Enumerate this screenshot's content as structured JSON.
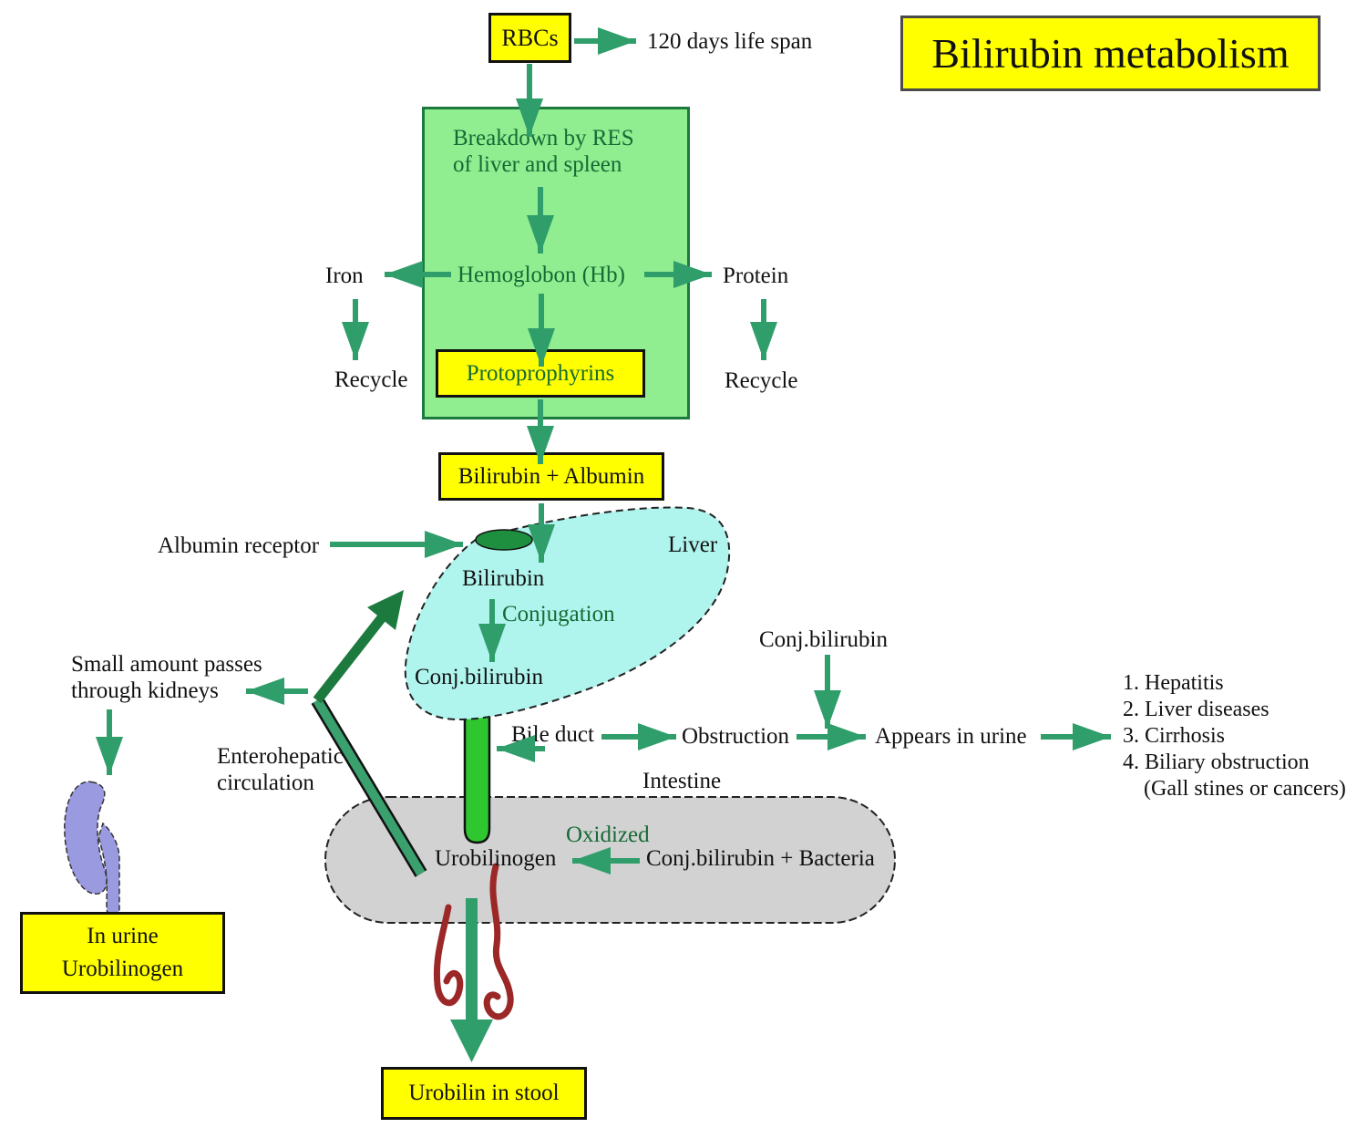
{
  "title": "Bilirubin metabolism",
  "nodes": {
    "rbcs": "RBCs",
    "life_span": "120 days life span",
    "breakdown": "Breakdown by RES\nof liver and spleen",
    "hemoglobin": "Hemoglobon (Hb)",
    "iron": "Iron",
    "protein": "Protein",
    "recycle_left": "Recycle",
    "recycle_right": "Recycle",
    "protoporphyrins": "Protoprophyrins",
    "bilirubin_albumin": "Bilirubin + Albumin",
    "albumin_receptor": "Albumin receptor",
    "liver": "Liver",
    "bilirubin": "Bilirubin",
    "conjugation": "Conjugation",
    "conj_bilirubin_liver": "Conj.bilirubin",
    "bile_duct": "Bile duct",
    "obstruction": "Obstruction",
    "conj_bilirubin_top": "Conj.bilirubin",
    "appears_in_urine": "Appears in urine",
    "intestine": "Intestine",
    "oxidized": "Oxidized",
    "urobilinogen": "Urobilinogen",
    "conj_bilirubin_bacteria": "Conj.bilirubin + Bacteria",
    "enterohepatic": "Enterohepatic\ncirculation",
    "small_amount": "Small amount passes\nthrough kidneys",
    "in_urine_line1": "In urine",
    "in_urine_line2": "Urobilinogen",
    "urobilin_stool": "Urobilin in stool"
  },
  "causes": {
    "items": [
      "1. Hepatitis",
      "2. Liver diseases",
      "3. Cirrhosis",
      "4. Biliary obstruction",
      "(Gall stines or cancers)"
    ]
  },
  "colors": {
    "arrow_green": "#2f9e6a",
    "dark_green_text": "#156b35",
    "panel_green": "#90ee90",
    "panel_border": "#1d7a3e",
    "box_yellow": "#ffff00",
    "liver_fill": "#b0f4ee",
    "bile_duct_green": "#2fc72f",
    "intestine_gray": "#d2d2d2",
    "kidney_purple": "#9a9ae1",
    "bowel_red": "#9b2726",
    "receptor_green": "#1e8f3e",
    "entero_light": "#3aa06d",
    "entero_dark": "#1d7a3e"
  }
}
